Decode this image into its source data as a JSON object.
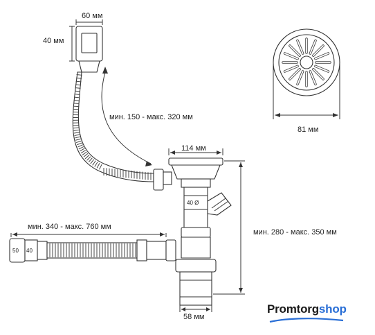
{
  "labels": {
    "handle_width": "60 мм",
    "handle_height": "40 мм",
    "overflow_hose_length": "мин. 150 - макс. 320 мм",
    "grate_diameter": "81 мм",
    "bowl_width": "114 мм",
    "side_outlet": "40 Ø",
    "drain_hose_length": "мин. 340 -   макс. 760 мм",
    "total_height": "мин. 280 - макс. 350 мм",
    "pipe_diameter": "58 мм",
    "connector_left": "50",
    "connector_right": "40"
  },
  "brand": {
    "part1": "Promtorg",
    "part2": "shop",
    "accent_color": "#2a6fd6"
  }
}
